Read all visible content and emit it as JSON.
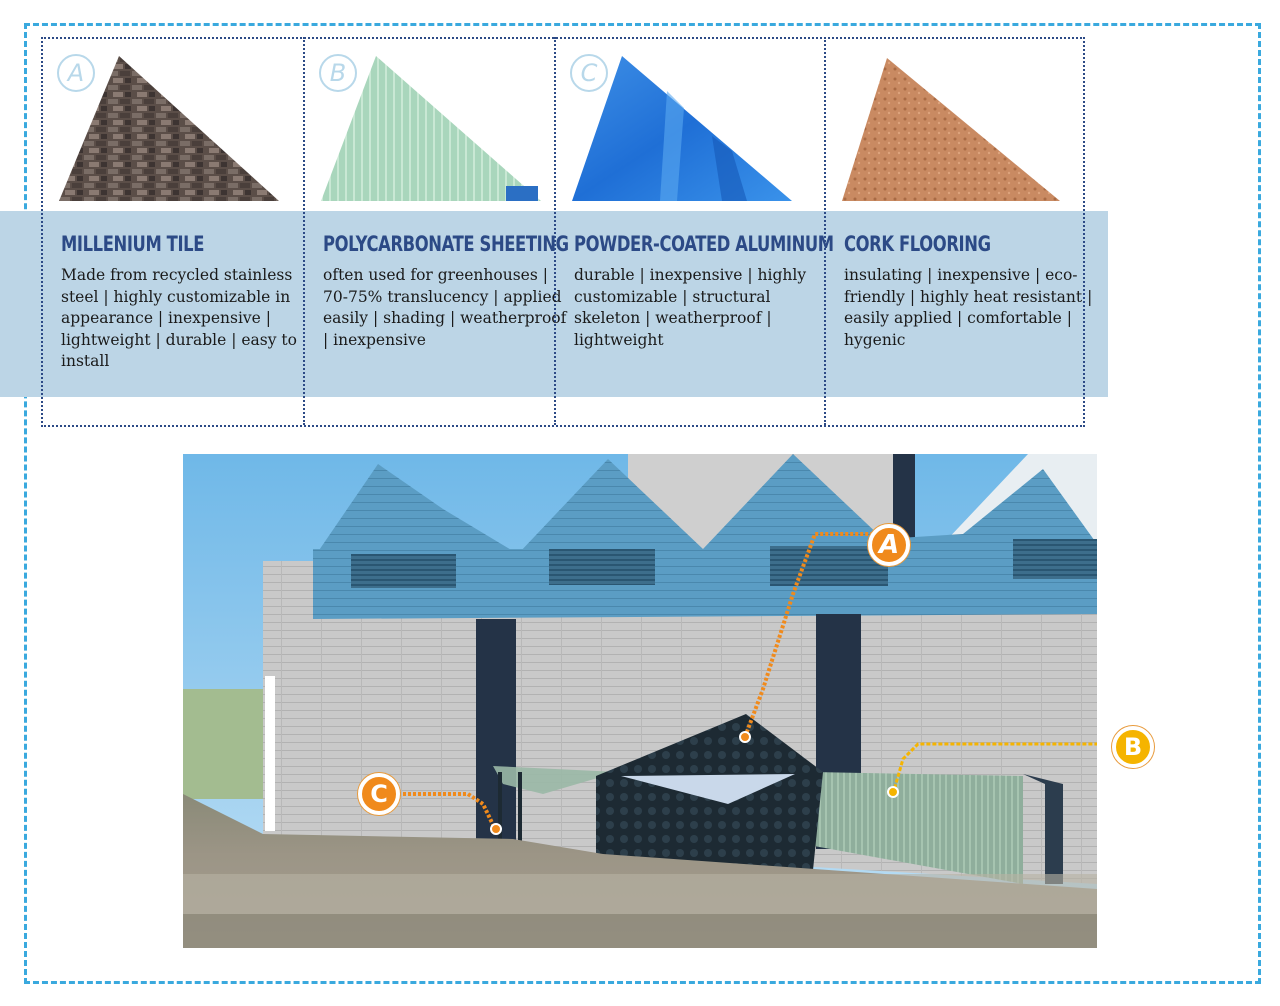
{
  "cards": [
    {
      "letter": "A",
      "title": "MILLENIUM TILE",
      "desc": "Made from recycled stainless steel | highly customizable in appearance | inexpensive | lightweight | durable | easy to install"
    },
    {
      "letter": "B",
      "title": "POLYCARBONATE SHEETING",
      "desc": "often used for greenhouses | 70-75% translucency | applied easily | shading | weatherproof | inexpensive"
    },
    {
      "letter": "C",
      "title": "POWDER-COATED ALUMINUM",
      "desc": "durable | inexpensive | highly customizable | structural skeleton | weatherproof | lightweight"
    },
    {
      "letter": "",
      "title": "CORK FLOORING",
      "desc": "insulating | inexpensive | eco-friendly | highly heat resistant | easily applied | comfortable | hygenic"
    }
  ],
  "callouts": {
    "a": "A",
    "b": "B",
    "c": "C"
  },
  "colors": {
    "accent": "#2c4a86",
    "band": "#bcd5e6",
    "border": "#3aa9de",
    "callout_orange": "#f08a1c",
    "callout_yellow": "#f5b400"
  }
}
